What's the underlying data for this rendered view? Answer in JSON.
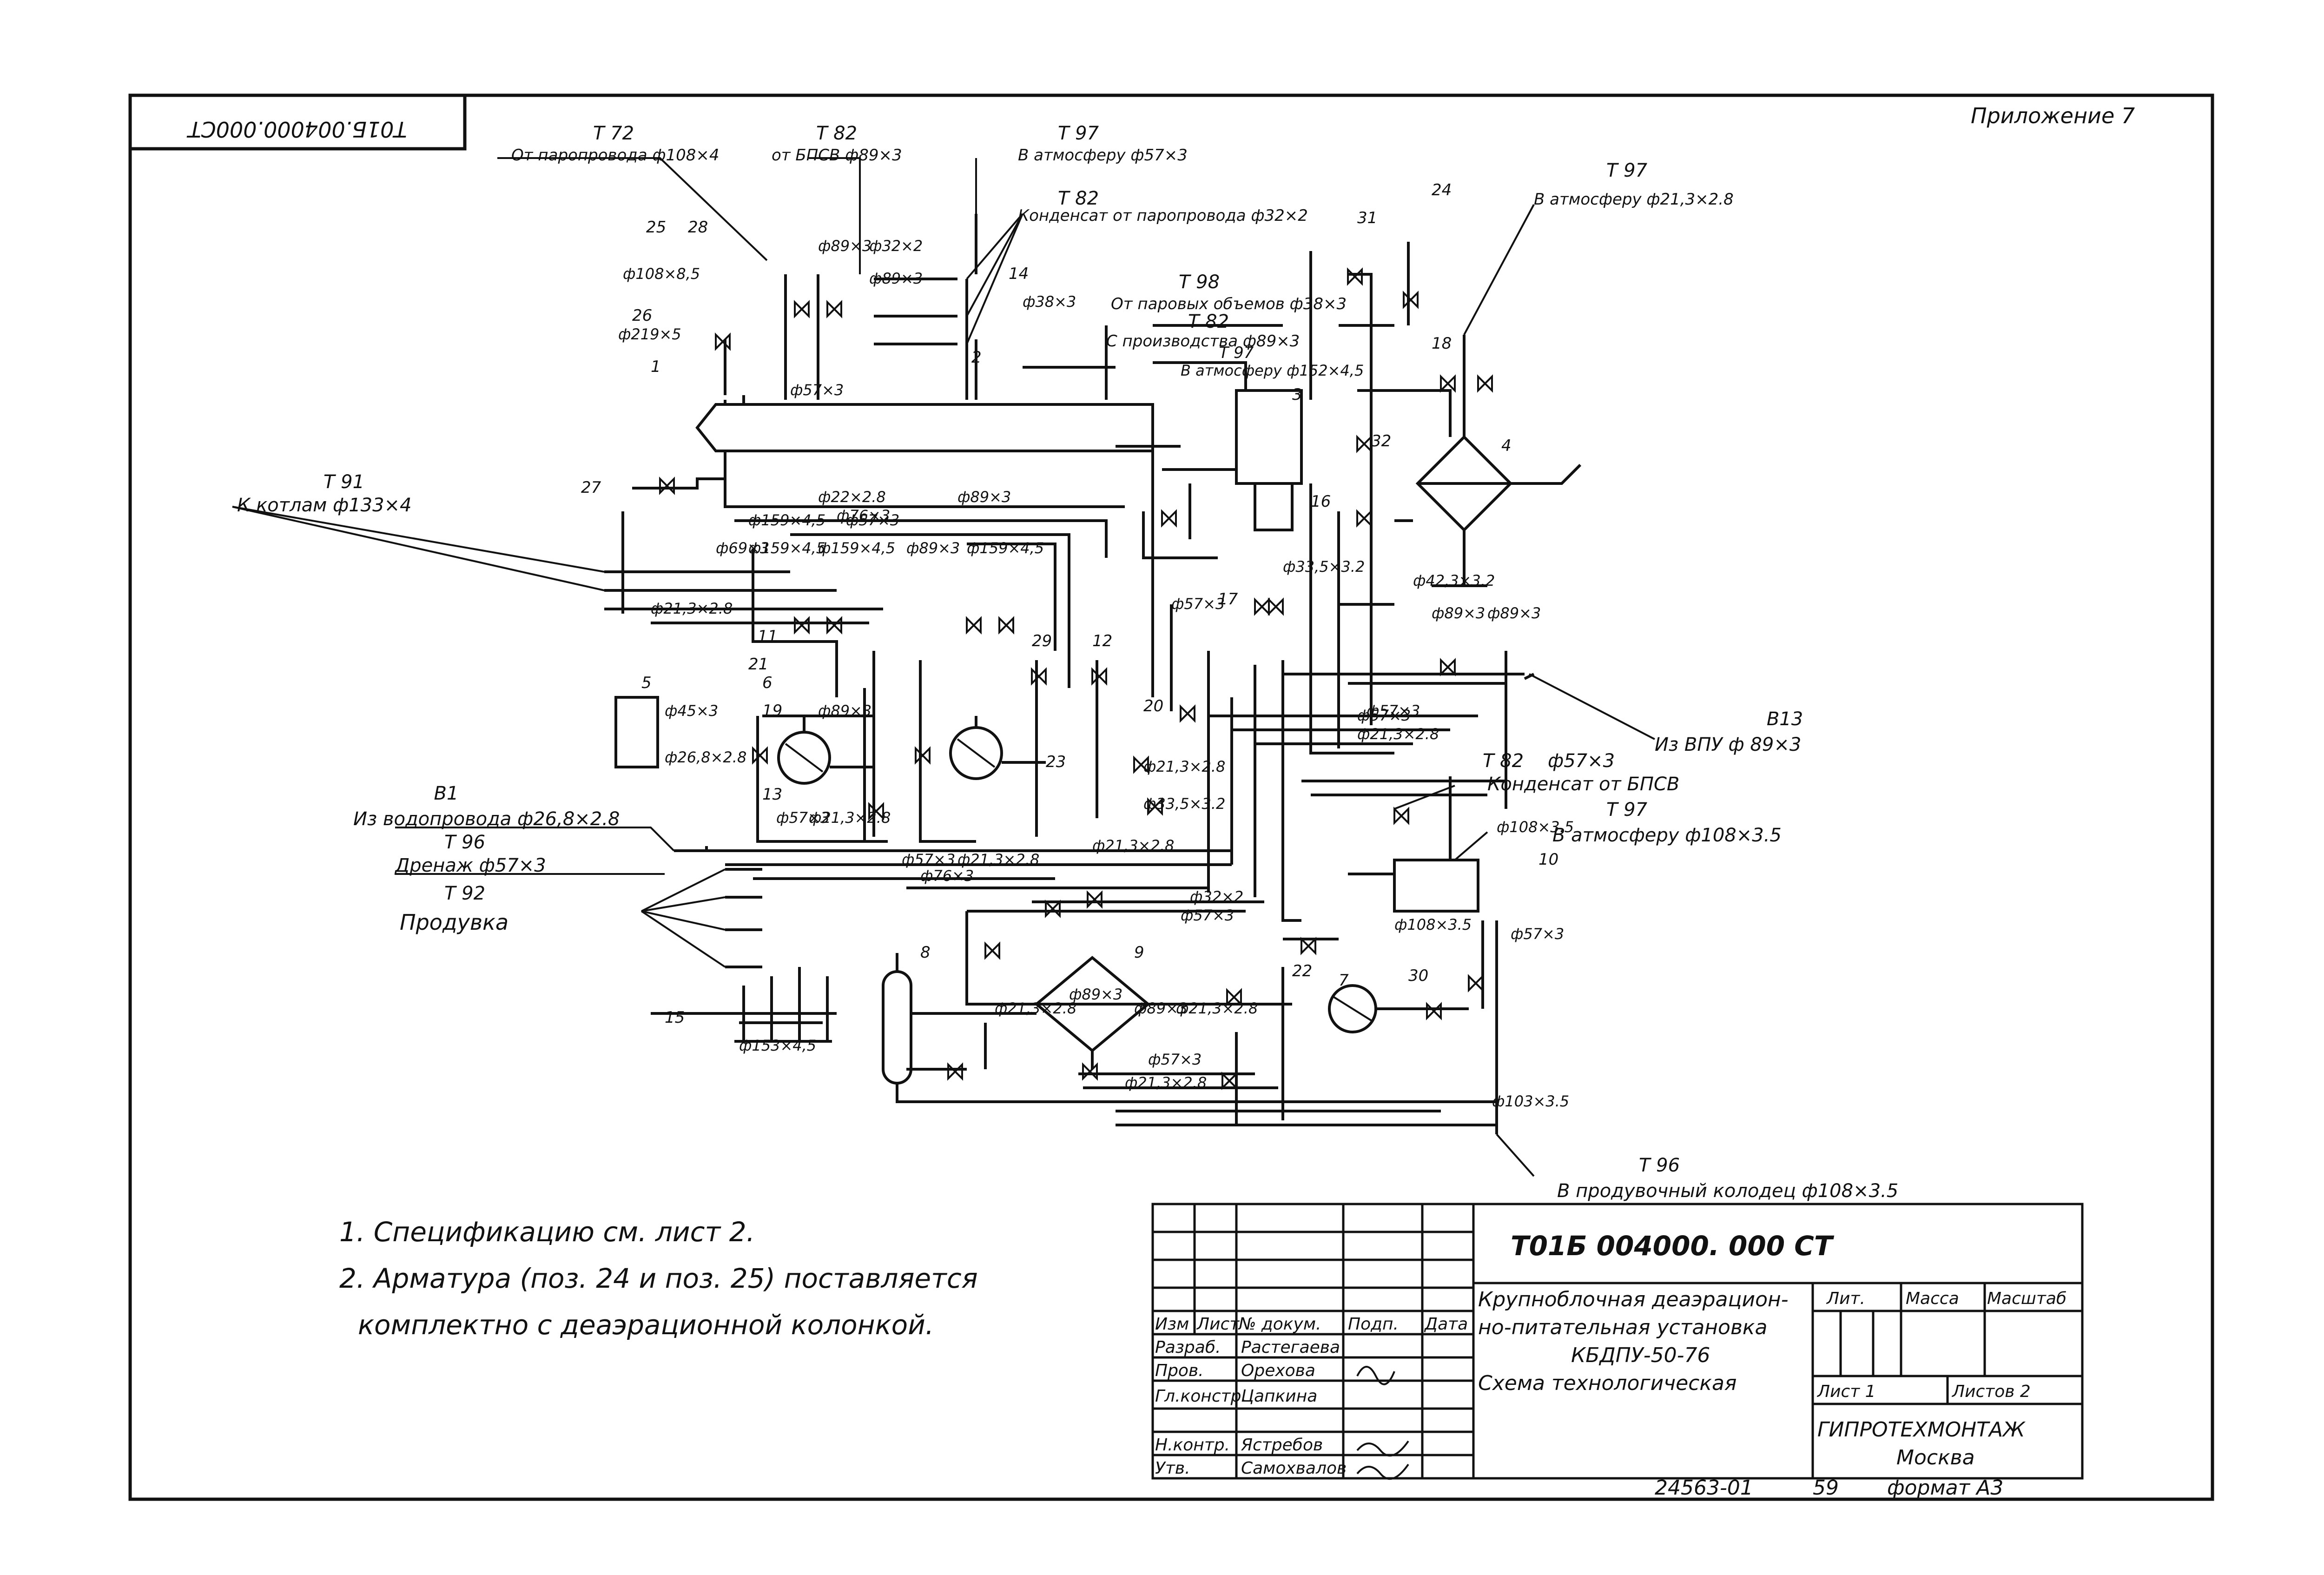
{
  "doc_code_rotated": "Т01Б.004000.000СТ",
  "appendix": "Приложение 7",
  "top_labels": {
    "t72_code": "Т 72",
    "t72_text": "От паропровода ф108×4",
    "t82_code": "Т 82",
    "t82_text": "от БПСВ ф89×3",
    "t97_code": "Т 97",
    "t97_text": "В атмосферу ф57×3",
    "t82b_code": "Т 82",
    "t82b_text": "Конденсат от паропровода ф32×2",
    "t97r_code": "Т 97",
    "t97r_text": "В атмосферу ф21,3×2.8",
    "t98_code": "Т 98",
    "t98_text": "От паровых объемов ф38×3",
    "t82c_code": "Т 82",
    "t82c_text": "С производства ф89×3",
    "t97c_code": "Т 97",
    "t97c_text": "В атмосферу ф152×4,5"
  },
  "left_labels": {
    "t91_code": "Т 91",
    "t91_text": "К котлам ф133×4",
    "b1_code": "В1",
    "b1_text": "Из водопровода ф26,8×2.8",
    "t96_code": "Т 96",
    "t96_text": "Дренаж ф57×3",
    "t92_code": "Т 92",
    "t92_text": "Продувка"
  },
  "right_labels": {
    "b13_code": "В13",
    "b13_text": "Из ВПУ ф 89×3",
    "t82d_code": "Т 82",
    "t82d_text": "ф57×3",
    "t82d_sub": "Конденсат от БПСВ",
    "t97d_code": "Т 97",
    "t97d_text": "В атмосферу ф108×3.5",
    "t96b_code": "Т 96",
    "t96b_text": "В продувочный колодец ф108×3.5"
  },
  "pipe_sizes": [
    "ф89×3",
    "ф32×2",
    "ф89×3",
    "ф108×8,5",
    "ф219×5",
    "ф57×3",
    "ф159×4,5",
    "ф22×2.8",
    "ф89×3",
    "ф57×3",
    "ф159×4,5",
    "ф76×3",
    "ф69×3",
    "ф159×4,5",
    "ф89×3",
    "ф159×4,5",
    "ф21,3×2.8",
    "ф45×3",
    "ф26,8×2.8",
    "ф89×3",
    "ф57×3",
    "ф21,3×2.8",
    "ф32×2",
    "ф153×4,5",
    "ф57×3",
    "ф21,3×2.8",
    "ф76×3",
    "ф21,3×2.8",
    "ф57×3",
    "ф89×3",
    "ф21,3×2.8",
    "ф89×3",
    "ф21,3×2.8",
    "ф57×3",
    "ф21,3×2.8",
    "ф108×3.5",
    "ф57×3",
    "ф89×3",
    "ф42,3×3.2",
    "ф33,5×3.2",
    "ф57×3",
    "ф89×3",
    "ф57×3",
    "ф103×3.5",
    "ф108×3.5",
    "ф57×3",
    "ф21,3×2.8",
    "ф33,5×3.2",
    "ф21,3×2.8",
    "ф38×3"
  ],
  "positions": [
    "1",
    "2",
    "3",
    "4",
    "5",
    "6",
    "7",
    "8",
    "9",
    "10",
    "11",
    "12",
    "13",
    "14",
    "15",
    "16",
    "17",
    "18",
    "19",
    "20",
    "21",
    "22",
    "23",
    "24",
    "25",
    "26",
    "27",
    "28",
    "29",
    "30",
    "31",
    "32"
  ],
  "notes": [
    "1. Спецификацию  см. лист 2.",
    "2. Арматура (поз. 24 и поз. 25) поставляется",
    "комплектно  с деаэрационной  колонкой."
  ],
  "title_block": {
    "doc_number": "Т01Б 004000. 000 СТ",
    "hdr_izm": "Изм",
    "hdr_list": "Лист",
    "hdr_doc": "№ докум.",
    "hdr_sign": "Подп.",
    "hdr_date": "Дата",
    "razrab_role": "Разраб.",
    "razrab_name": "Растегаева",
    "prov_role": "Пров.",
    "prov_name": "Орехова",
    "gl_role": "Гл.констр.",
    "gl_name": "Цапкина",
    "nkontr_role": "Н.контр.",
    "nkontr_name": "Ястребов",
    "utv_role": "Утв.",
    "utv_name": "Самохвалов",
    "title_l1": "Крупноблочная деаэрацион-",
    "title_l2": "но-питательная установка",
    "title_l3": "КБДПУ-50-76",
    "title_l4": "Схема технологическая",
    "lit": "Лит.",
    "massa": "Масса",
    "masshtab": "Масштаб",
    "sheet": "Лист 1",
    "sheets": "Листов 2",
    "org": "ГИПРОТЕХМОНТАЖ",
    "city": "Москва",
    "footer_code": "24563-01",
    "footer_num": "59",
    "footer_format": "формат А3"
  }
}
